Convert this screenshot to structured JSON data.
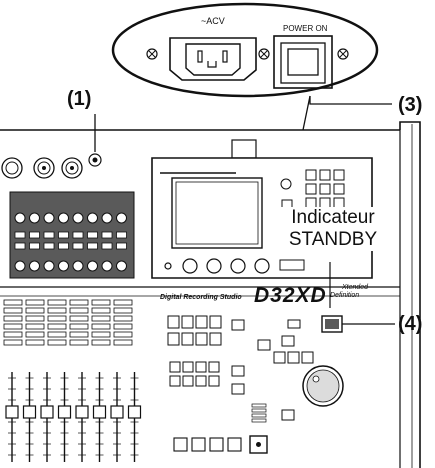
{
  "callouts": {
    "c1": "(1)",
    "c3": "(3)",
    "c4": "(4)"
  },
  "rear_panel": {
    "ac_label": "~ACV",
    "power_label": "POWER ON"
  },
  "standby": {
    "line1": "Indicateur",
    "line2": "STANDBY"
  },
  "console": {
    "model": "D32XD",
    "studio_text": "Digital Recording Studio",
    "xtended": "Xtended",
    "definition": "Definition"
  },
  "colors": {
    "panel_gray": "#5a5a5a",
    "line": "#111111"
  }
}
